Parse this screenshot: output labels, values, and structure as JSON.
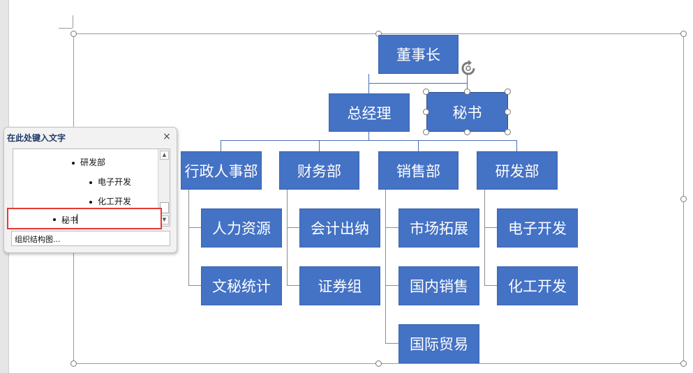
{
  "chart": {
    "root": "董事长",
    "manager": "总经理",
    "assistant": "秘书",
    "departments": [
      {
        "name": "行政人事部",
        "subs": [
          "人力资源",
          "文秘统计"
        ]
      },
      {
        "name": "财务部",
        "subs": [
          "会计出纳",
          "证券组"
        ]
      },
      {
        "name": "销售部",
        "subs": [
          "市场拓展",
          "国内销售",
          "国际贸易"
        ]
      },
      {
        "name": "研发部",
        "subs": [
          "电子开发",
          "化工开发"
        ]
      }
    ],
    "colors": {
      "node_fill": "#4472c4",
      "node_text": "#ffffff",
      "connector": "#4a6fb5"
    }
  },
  "text_pane": {
    "title": "在此处键入文字",
    "close": "×",
    "items": [
      {
        "label": "研发部"
      },
      {
        "label": "电子开发"
      },
      {
        "label": "化工开发"
      }
    ],
    "edit_value": "秘书",
    "link": "组织结构图...",
    "highlight_color": "#e53935"
  },
  "icons": {
    "rotate": "rotate-handle-icon",
    "close": "close-icon",
    "scroll_up": "▲",
    "scroll_down": "▼"
  }
}
